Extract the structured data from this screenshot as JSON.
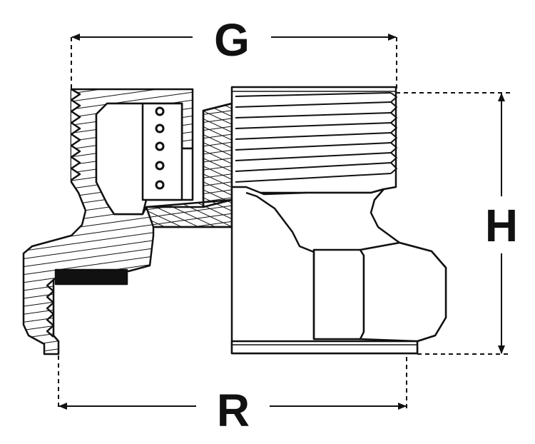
{
  "labels": {
    "g": "G",
    "h": "H",
    "r": "R"
  },
  "colors": {
    "ink": "#111111",
    "background": "#ffffff"
  }
}
